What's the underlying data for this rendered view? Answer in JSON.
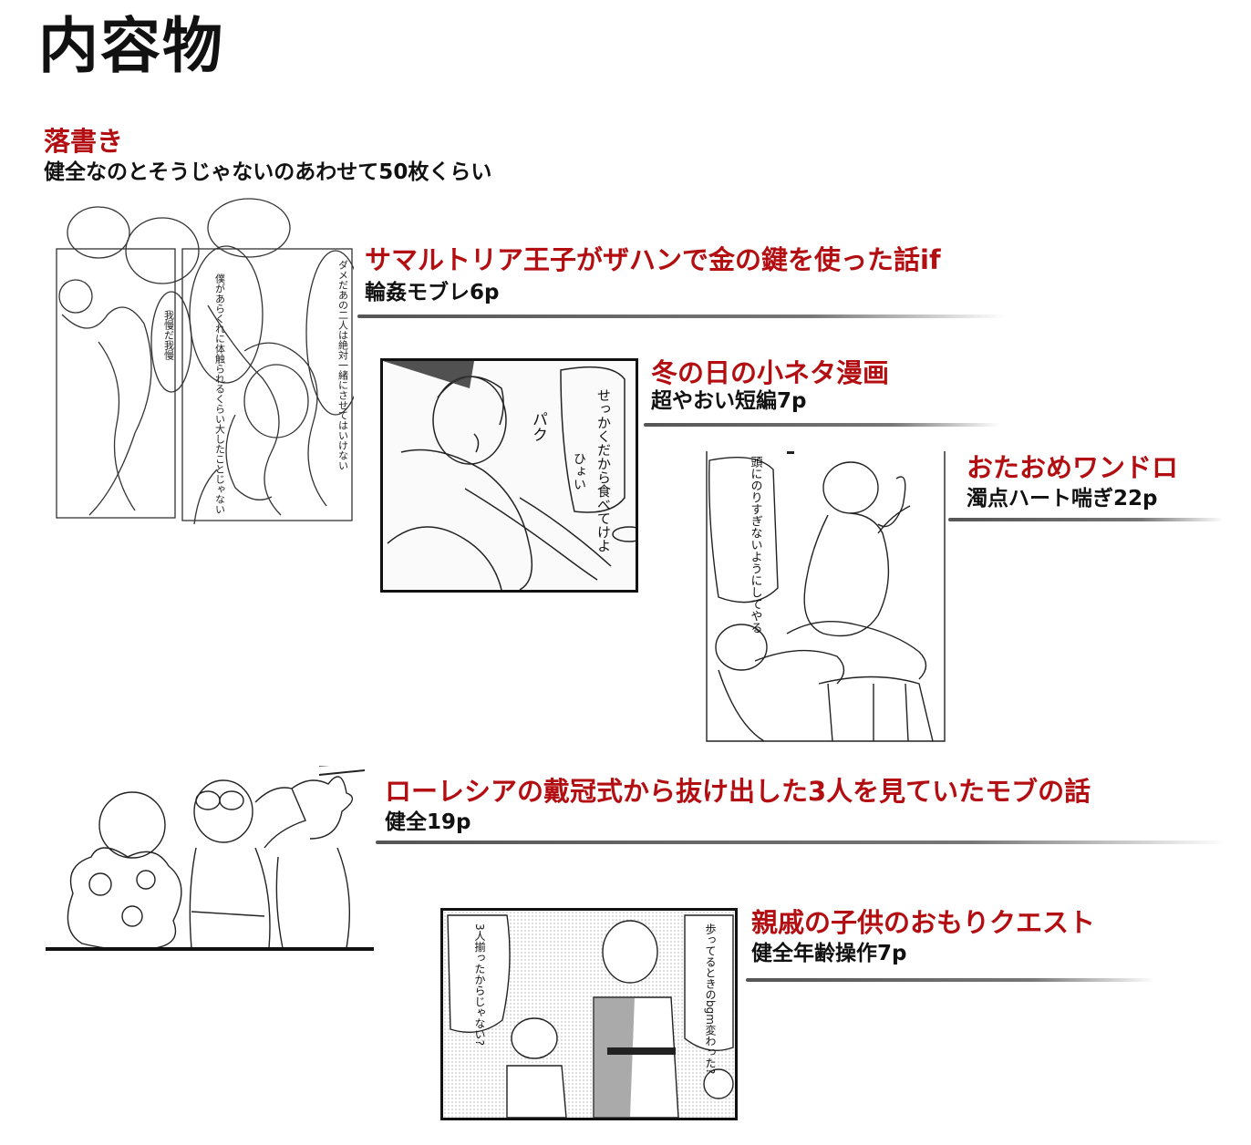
{
  "page": {
    "title": "内容物"
  },
  "doodles": {
    "title": "落書き",
    "subtitle": "健全なのとそうじゃないのあわせて50枚くらい"
  },
  "items": [
    {
      "title": "サマルトリア王子がザハンで金の鍵を使った話if",
      "subtitle": "輪姦モブレ6p"
    },
    {
      "title": "冬の日の小ネタ漫画",
      "subtitle": "超やおい短編7p"
    },
    {
      "title": "おたおめワンドロ",
      "subtitle": "濁点ハート喘ぎ22p"
    },
    {
      "title": "ローレシアの戴冠式から抜け出した3人を見ていたモブの話",
      "subtitle": "健全19p"
    },
    {
      "title": "親戚の子供のおもりクエスト",
      "subtitle": "健全年齢操作7p"
    }
  ],
  "panel_text": {
    "p1_a": "ダメだあの二人は絶対一緒にさせてはいけない",
    "p1_b": "僕があらくれに体触られるくらい大したことじゃない",
    "p1_c": "我慢だ我慢",
    "p2_a": "せっかくだから食べてけよ",
    "p2_b": "パク",
    "p2_c": "ひょい",
    "p3_a": "頭にのりすぎないようにしてやる",
    "p5_a": "歩ってるときのbgm変わった?",
    "p5_b": "3人揃ったからじゃない?"
  }
}
